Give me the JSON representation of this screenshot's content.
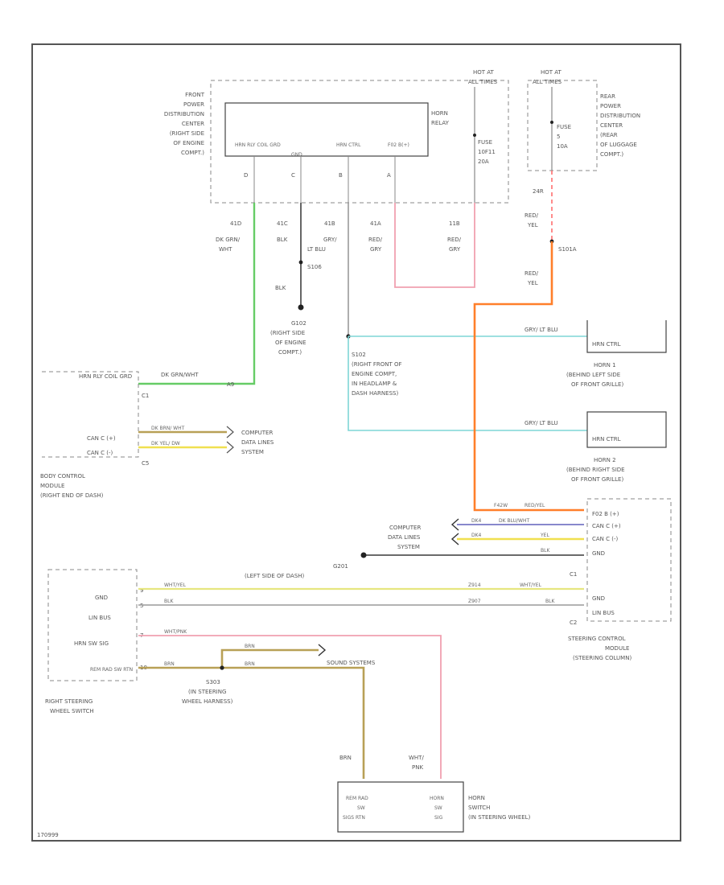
{
  "diagram": {
    "footer_code": "170999",
    "front_pdc": {
      "label": [
        "FRONT",
        "POWER",
        "DISTRIBUTION",
        "CENTER",
        "(RIGHT SIDE",
        "OF ENGINE",
        "COMPT.)"
      ],
      "relay_label": [
        "HORN",
        "RELAY"
      ],
      "hot_label": [
        "HOT AT",
        "ALL TIMES"
      ],
      "fuse_label": [
        "FUSE",
        "10F11",
        "20A"
      ],
      "pins": [
        {
          "name": "HRN RLY COIL GRD",
          "letter": "D"
        },
        {
          "name": "GND",
          "letter": "C"
        },
        {
          "name": "HRN CTRL",
          "letter": "B"
        },
        {
          "name": "F02 B(+)",
          "letter": "A"
        }
      ],
      "terminals": [
        "41D",
        "41C",
        "41B",
        "41A",
        "11B"
      ]
    },
    "rear_pdc": {
      "hot_label": [
        "HOT AT",
        "ALL TIMES"
      ],
      "fuse_label": [
        "FUSE",
        "5",
        "10A"
      ],
      "label": [
        "REAR",
        "POWER",
        "DISTRIBUTION",
        "CENTER",
        "(REAR",
        "OF LUGGAGE",
        "COMPT.)"
      ],
      "terminal": "24R"
    },
    "wires": {
      "dk_grn_wht": [
        "DK GRN/",
        "WHT"
      ],
      "blk": "BLK",
      "gry_lt_blu": [
        "GRY/",
        "LT BLU"
      ],
      "red_gry": [
        "RED/",
        "GRY"
      ],
      "red_yel": [
        "RED/",
        "YEL"
      ],
      "red_yel_2": [
        "RED/",
        "YEL"
      ],
      "splice_s101a": "S101A"
    },
    "ground_g102": {
      "splice": "S106",
      "name": "G102",
      "location": [
        "(RIGHT SIDE",
        "OF ENGINE",
        "COMPT.)"
      ]
    },
    "splice_s102": {
      "name": "S102",
      "location": [
        "(RIGHT FRONT OF",
        "ENGINE COMPT,",
        "IN HEADLAMP &",
        "DASH HARNESS)"
      ]
    },
    "horn1": {
      "wire": "GRY/ LT BLU",
      "pin": "HRN CTRL",
      "label": [
        "HORN 1",
        "(BEHIND LEFT SIDE",
        "OF FRONT GRILLE)"
      ]
    },
    "horn2": {
      "wire": "GRY/ LT BLU",
      "pin": "HRN CTRL",
      "label": [
        "HORN 2",
        "(BEHIND RIGHT SIDE",
        "OF FRONT GRILLE)"
      ]
    },
    "bcm": {
      "pins": [
        "HRN RLY COIL GRD",
        "C1",
        "CAN C (+)",
        "CAN C (-)",
        "C5"
      ],
      "wire_green": "DK GRN/WHT",
      "wire_green_pin": "A9",
      "can_plus_wire": "DK BRN/ WHT",
      "can_minus_wire": "DK YEL/ DW",
      "computer_label": [
        "COMPUTER",
        "DATA LINES",
        "SYSTEM"
      ],
      "label": [
        "BODY CONTROL",
        "MODULE",
        "(RIGHT END OF DASH)"
      ]
    },
    "sccm": {
      "pins": [
        "F02 B (+)",
        "CAN C (+)",
        "CAN C (-)",
        "GND",
        "C1",
        "GND",
        "LIN BUS",
        "C2"
      ],
      "wires": [
        "RED/YEL",
        "DK BLU/WHT",
        "YEL",
        "BLK",
        "WHT/YEL",
        "BLK"
      ],
      "label": [
        "STEERING CONTROL",
        "MODULE",
        "(STEERING COLUMN)"
      ],
      "computer_label": [
        "COMPUTER",
        "DATA LINES",
        "SYSTEM"
      ],
      "wire_codes": [
        "F42W",
        "DK4",
        "DK4"
      ]
    },
    "g201": {
      "name": "G201",
      "location": "(LEFT SIDE OF DASH)"
    },
    "steering_switch": {
      "pins": [
        "GND",
        "LIN BUS",
        "HRN SW SIG",
        "REM RAD SW RTN"
      ],
      "pin_numbers": [
        "9",
        "5",
        "7",
        "10"
      ],
      "wires": [
        "WHT/YEL",
        "BLK",
        "WHT/PNK",
        "BRN"
      ],
      "codes": [
        "Z914",
        "Z907"
      ],
      "label": [
        "RIGHT STEERING",
        "WHEEL SWITCH"
      ]
    },
    "s303": {
      "name": "S303",
      "location": [
        "(IN STEERING",
        "WHEEL HARNESS)"
      ],
      "brn_a": "BRN",
      "brn_b": "BRN",
      "sound": "SOUND SYSTEMS"
    },
    "horn_switch": {
      "wire_left": "BRN",
      "wire_right": [
        "WHT/",
        "PNK"
      ],
      "pin_left": [
        "REM RAD",
        "SW",
        "SIGS RTN"
      ],
      "pin_right": [
        "HORN",
        "SW",
        "SIG"
      ],
      "label": [
        "HORN",
        "SWITCH",
        "(IN STEERING WHEEL)"
      ]
    }
  }
}
